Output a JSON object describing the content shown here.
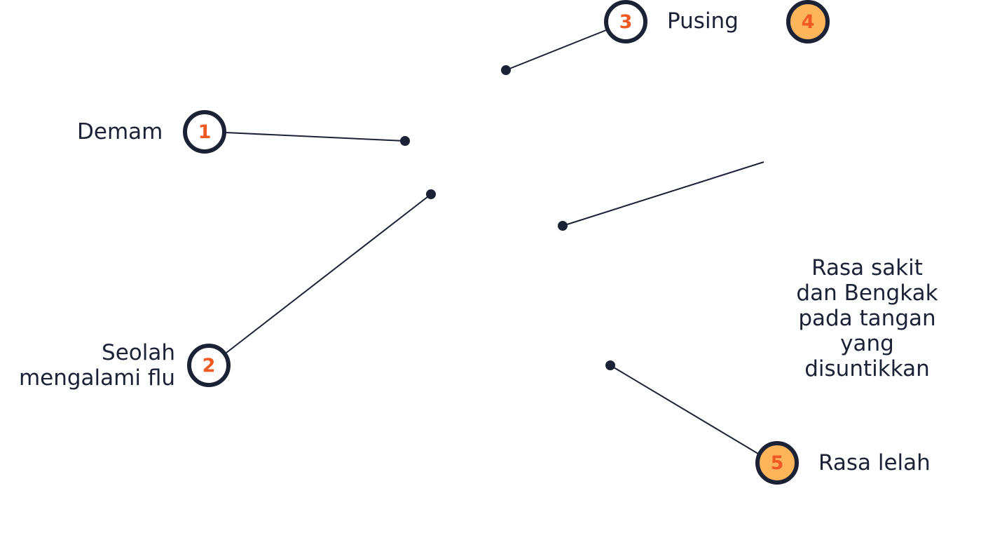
{
  "colors": {
    "dark": "#1b2236",
    "orange": "#f05a22",
    "fill": "#fdb55b"
  },
  "items": [
    {
      "number": "1",
      "label": "Demam"
    },
    {
      "number": "2",
      "label": "Seolah mengalami flu",
      "lines": [
        "Seolah",
        "mengalami flu"
      ]
    },
    {
      "number": "3",
      "label": "Pusing"
    },
    {
      "number": "4",
      "label": "Rasa sakit dan Bengkak pada tangan yang disuntikkan",
      "lines": [
        "Rasa sakit",
        "dan Bengkak",
        "pada tangan",
        "yang",
        "disuntikkan"
      ]
    },
    {
      "number": "5",
      "label": "Rasa lelah"
    }
  ]
}
